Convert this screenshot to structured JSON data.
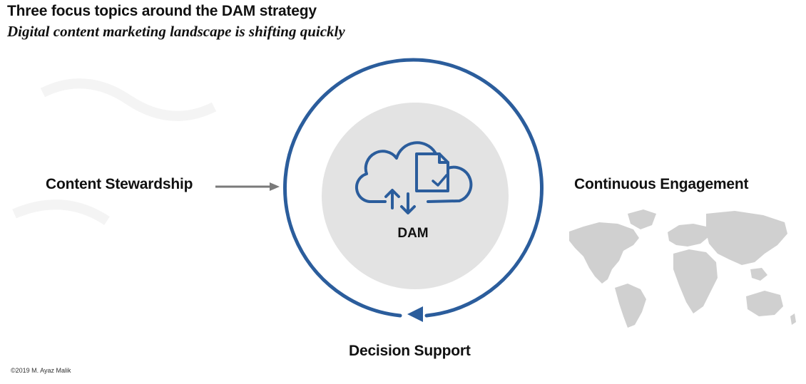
{
  "header": {
    "title": "Three focus topics around the DAM strategy",
    "subtitle": "Digital content marketing landscape is shifting quickly"
  },
  "diagram": {
    "center_label": "DAM",
    "topics": {
      "left": "Content Stewardship",
      "right": "Continuous Engagement",
      "bottom": "Decision Support"
    },
    "icons": {
      "center": "cloud-document-sync-icon",
      "right_background": "world-map-icon"
    },
    "colors": {
      "ring": "#2b5d9c",
      "arrow": "#7a7a7a",
      "hub": "#e3e3e3",
      "map": "#d0d0d0"
    }
  },
  "footer": {
    "copyright": "©2019 M. Ayaz Malik"
  }
}
